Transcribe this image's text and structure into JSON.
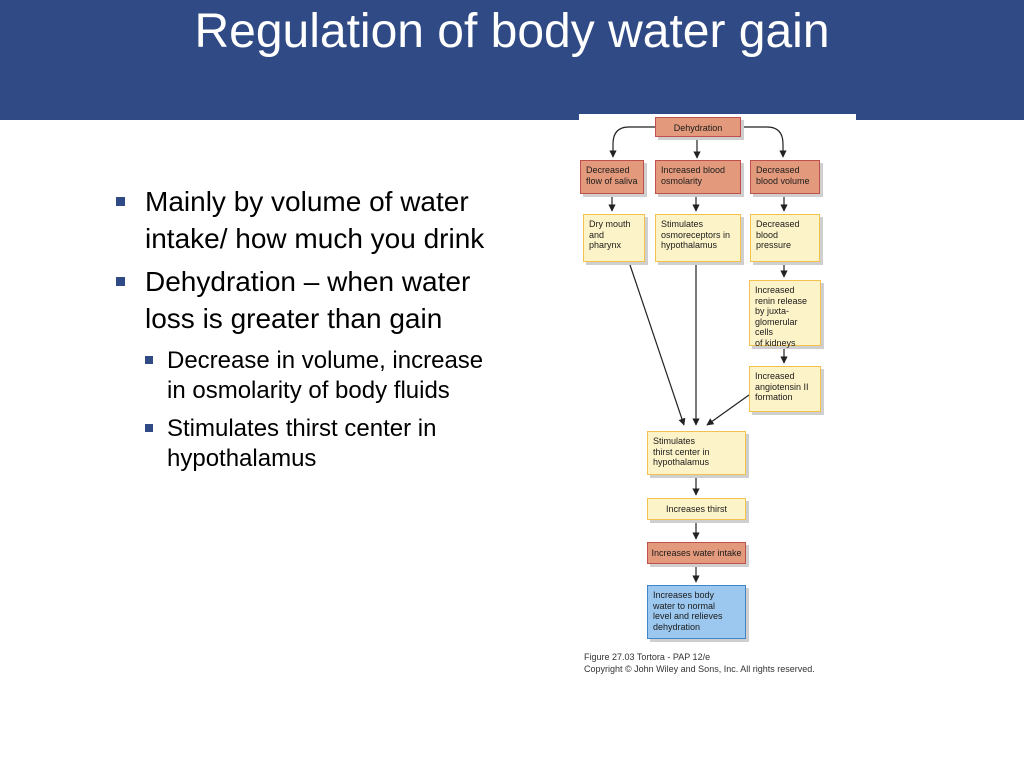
{
  "slide": {
    "title": "Regulation of body water gain",
    "bullets": [
      {
        "text": "Mainly by volume of water intake/ how much you drink",
        "sub": []
      },
      {
        "text": "Dehydration – when water loss is greater than gain",
        "sub": [
          "Decrease in volume, increase in osmolarity of body fluids",
          "Stimulates thirst center in hypothalamus"
        ]
      }
    ]
  },
  "diagram": {
    "nodes": {
      "dehydration": "Dehydration",
      "decreased_flow_saliva": "Decreased\nflow of saliva",
      "increased_blood_osmolarity": "Increased blood\nosmolarity",
      "decreased_blood_volume": "Decreased\nblood volume",
      "dry_mouth": "Dry mouth\nand\npharynx",
      "stimulates_osmoreceptors": "Stimulates\nosmoreceptors in\nhypothalamus",
      "decreased_blood_pressure": "Decreased\nblood\npressure",
      "increased_renin": "Increased\nrenin release\nby juxta-\nglomerular cells\nof kidneys",
      "increased_angiotensin": "Increased\nangiotensin II\nformation",
      "stimulates_thirst_center": "Stimulates\nthirst center in\nhypothalamus",
      "increases_thirst": "Increases thirst",
      "increases_water_intake": "Increases water intake",
      "increases_body_water": "Increases body\nwater to normal\nlevel and relieves\ndehydration"
    },
    "caption": "Figure 27.03  Tortora - PAP 12/e\nCopyright © John Wiley and Sons, Inc. All rights reserved.",
    "colors": {
      "cause": "#e39a7c",
      "step": "#fdf3c8",
      "result": "#9cc8ef"
    }
  }
}
